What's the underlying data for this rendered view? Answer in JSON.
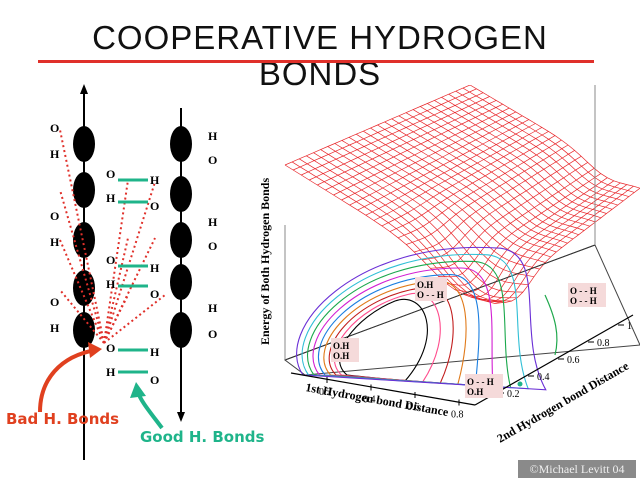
{
  "title": "COOPERATIVE HYDROGEN BONDS",
  "atoms": {
    "o": "O",
    "h": "H"
  },
  "labels": {
    "bad": "Bad H. Bonds",
    "good": "Good H. Bonds"
  },
  "surface": {
    "z_axis_label": "Energy of Both Hydrogen Bonds",
    "x_axis_label": "1st Hydrogen bond Distance",
    "y_axis_label": "2nd Hydrogen bond Distance",
    "x_ticks": [
      "0.2",
      "0.4",
      "0.6",
      "0.8"
    ],
    "y_ticks": [
      "0.2",
      "0.4",
      "0.6",
      "0.8",
      "1"
    ],
    "boxes": {
      "top_left": [
        "O.H",
        "O - - H"
      ],
      "right": [
        "O - - H",
        "O - - H"
      ],
      "bottom_left": [
        "O.H",
        "O.H"
      ],
      "bottom_right": [
        "O - - H",
        "O.H"
      ]
    },
    "colors": {
      "mesh": "#e8262a",
      "contour_box": "#ff4b8c",
      "contour_right": "#1fa84c"
    }
  },
  "copyright": "©Michael Levitt 04",
  "colors": {
    "accent": "#e0302a",
    "good": "#1fb48a",
    "bad": "#e0401f"
  }
}
